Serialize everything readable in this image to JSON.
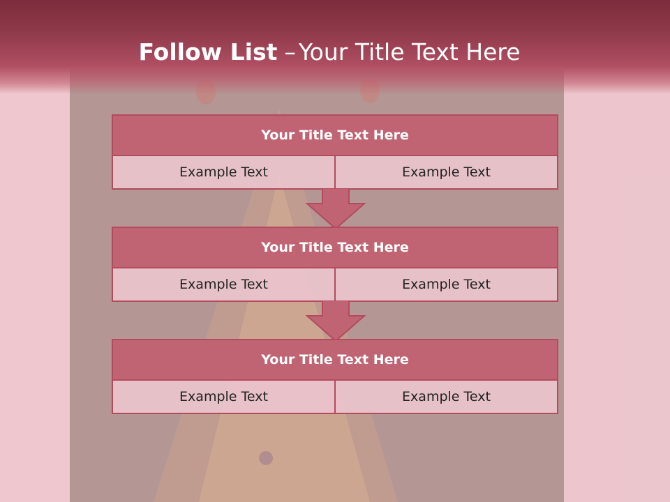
{
  "slide": {
    "title_strong": "Follow List",
    "title_sep": "–",
    "title_rest": "Your Title Text Here"
  },
  "blocks": [
    {
      "title": "Your Title Text Here",
      "left": "Example Text",
      "right": "Example Text"
    },
    {
      "title": "Your Title Text Here",
      "left": "Example Text",
      "right": "Example Text"
    },
    {
      "title": "Your Title Text Here",
      "left": "Example Text",
      "right": "Example Text"
    }
  ],
  "colors": {
    "header": "#8f3a4b",
    "block_title_bg": "#c06474",
    "block_border": "#b34a5e",
    "cell_bg": "#e9c4cc",
    "arrow": "#c06474"
  }
}
